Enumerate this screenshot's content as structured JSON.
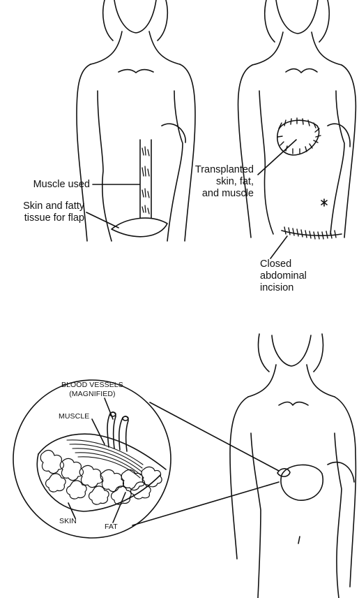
{
  "labels": {
    "muscle_used": "Muscle used",
    "skin_fatty_line1": "Skin and fatty",
    "skin_fatty_line2": "tissue for flap",
    "transplanted_line1": "Transplanted",
    "transplanted_line2": "skin, fat,",
    "transplanted_line3": "and muscle",
    "closed_line1": "Closed",
    "closed_line2": "abdominal",
    "closed_line3": "incision",
    "blood_vessels_line1": "BLOOD VESSELS",
    "blood_vessels_line2": "(MAGNIFIED)",
    "muscle": "MUSCLE",
    "skin": "SKIN",
    "fat": "FAT"
  },
  "colors": {
    "ink": "#111111",
    "background": "#ffffff"
  }
}
